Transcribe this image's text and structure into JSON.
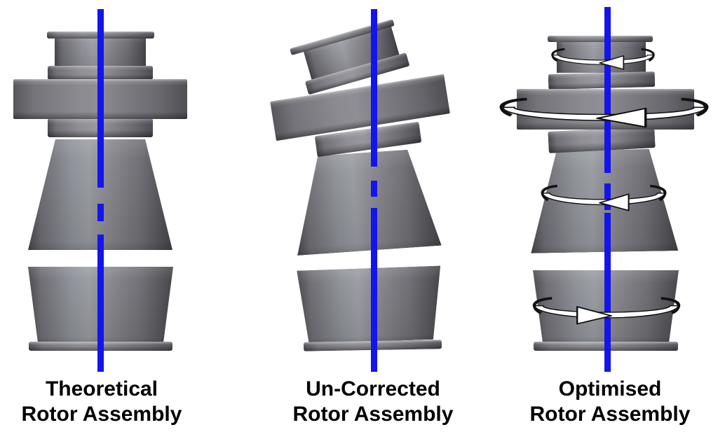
{
  "figure": {
    "background_color": "#ffffff",
    "axis_color": "#1414ec",
    "axis_style": "solid with central dashed segment",
    "metal_light": "#9da0a5",
    "metal_dark": "#46464b",
    "arrow_fill": "#ffffff",
    "arrow_outline": "#111111",
    "caption_color": "#000000",
    "rotors": [
      {
        "id": "theoretical",
        "caption_line1": "Theoretical",
        "caption_line2": "Rotor Assembly",
        "alignment": "all stages concentric on vertical axis",
        "rotation_arrows": []
      },
      {
        "id": "un-corrected",
        "caption_line1": "Un-Corrected",
        "caption_line2": "Rotor Assembly",
        "alignment": "stages stacked with tilt/run-out, upper stages leaning left",
        "rotation_arrows": []
      },
      {
        "id": "optimised",
        "caption_line1": "Optimised",
        "caption_line2": "Rotor Assembly",
        "alignment": "stages re-clocked onto common axis",
        "rotation_arrows": [
          {
            "level": "top-shaft",
            "direction": "left"
          },
          {
            "level": "compressor-disc",
            "direction": "left"
          },
          {
            "level": "mid-drum",
            "direction": "left"
          },
          {
            "level": "lower-drum",
            "direction": "right"
          }
        ]
      }
    ]
  }
}
